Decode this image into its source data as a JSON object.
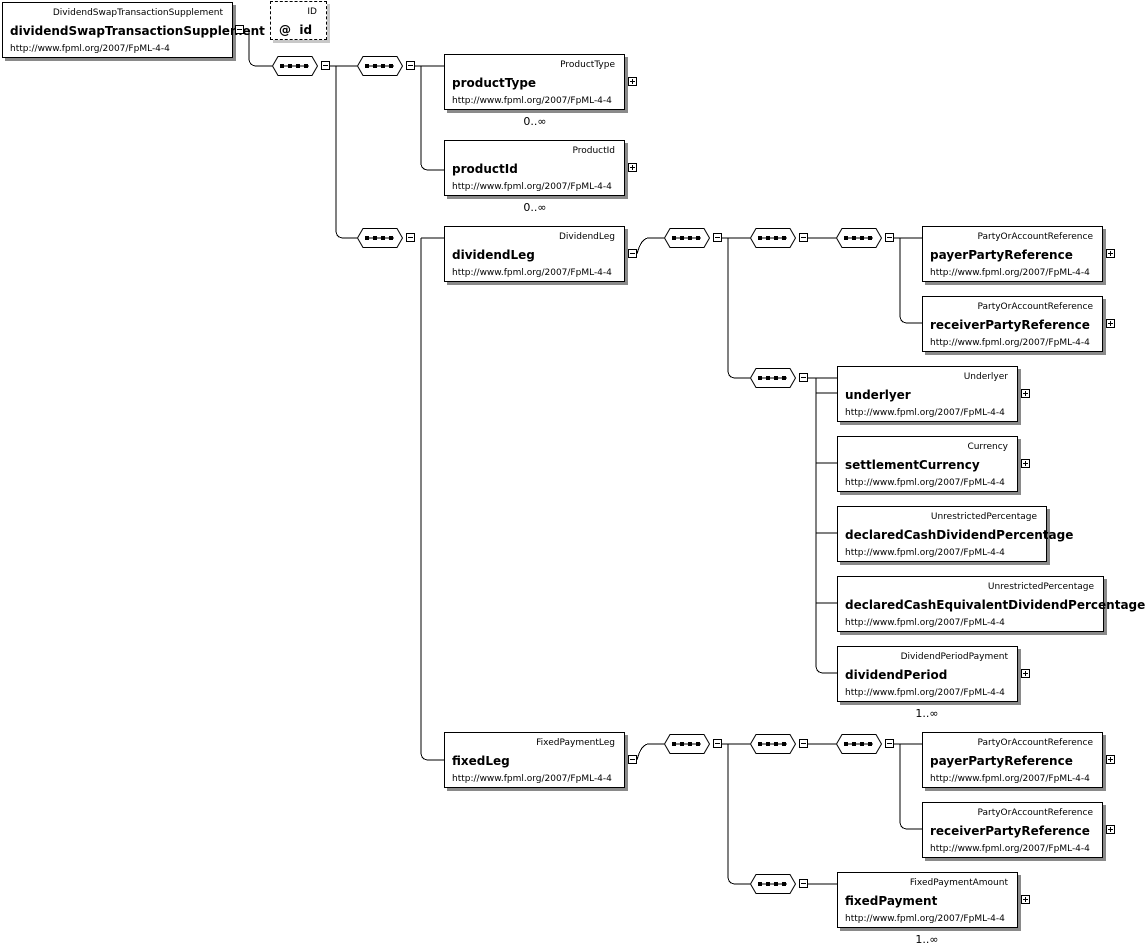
{
  "root": {
    "type": "DividendSwapTransactionSupplement",
    "name": "dividendSwapTransactionSupplement",
    "ns": "http://www.fpml.org/2007/FpML-4-4"
  },
  "attribute": {
    "type": "ID",
    "symbol": "@",
    "name": "id"
  },
  "elements": {
    "productType": {
      "type": "ProductType",
      "name": "productType",
      "ns": "http://www.fpml.org/2007/FpML-4-4",
      "card": "0..∞"
    },
    "productId": {
      "type": "ProductId",
      "name": "productId",
      "ns": "http://www.fpml.org/2007/FpML-4-4",
      "card": "0..∞"
    },
    "dividendLeg": {
      "type": "DividendLeg",
      "name": "dividendLeg",
      "ns": "http://www.fpml.org/2007/FpML-4-4"
    },
    "payerParty1": {
      "type": "PartyOrAccountReference",
      "name": "payerPartyReference",
      "ns": "http://www.fpml.org/2007/FpML-4-4"
    },
    "receiverParty1": {
      "type": "PartyOrAccountReference",
      "name": "receiverPartyReference",
      "ns": "http://www.fpml.org/2007/FpML-4-4"
    },
    "underlyer": {
      "type": "Underlyer",
      "name": "underlyer",
      "ns": "http://www.fpml.org/2007/FpML-4-4"
    },
    "settlementCurrency": {
      "type": "Currency",
      "name": "settlementCurrency",
      "ns": "http://www.fpml.org/2007/FpML-4-4"
    },
    "declaredCash": {
      "type": "UnrestrictedPercentage",
      "name": "declaredCashDividendPercentage",
      "ns": "http://www.fpml.org/2007/FpML-4-4"
    },
    "declaredCashEq": {
      "type": "UnrestrictedPercentage",
      "name": "declaredCashEquivalentDividendPercentage",
      "ns": "http://www.fpml.org/2007/FpML-4-4"
    },
    "dividendPeriod": {
      "type": "DividendPeriodPayment",
      "name": "dividendPeriod",
      "ns": "http://www.fpml.org/2007/FpML-4-4",
      "card": "1..∞"
    },
    "fixedLeg": {
      "type": "FixedPaymentLeg",
      "name": "fixedLeg",
      "ns": "http://www.fpml.org/2007/FpML-4-4"
    },
    "payerParty2": {
      "type": "PartyOrAccountReference",
      "name": "payerPartyReference",
      "ns": "http://www.fpml.org/2007/FpML-4-4"
    },
    "receiverParty2": {
      "type": "PartyOrAccountReference",
      "name": "receiverPartyReference",
      "ns": "http://www.fpml.org/2007/FpML-4-4"
    },
    "fixedPayment": {
      "type": "FixedPaymentAmount",
      "name": "fixedPayment",
      "ns": "http://www.fpml.org/2007/FpML-4-4",
      "card": "1..∞"
    }
  }
}
